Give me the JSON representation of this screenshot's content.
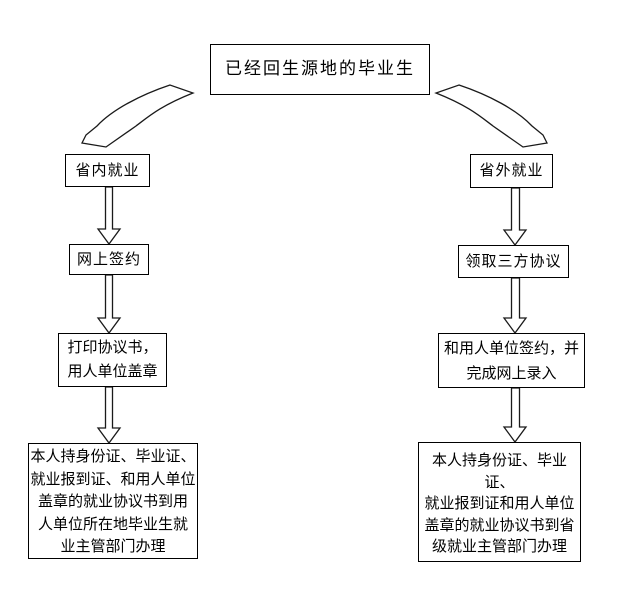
{
  "flowchart": {
    "root": {
      "label": "已经回生源地的毕业生"
    },
    "left_branch": {
      "step1": {
        "label": "省内就业"
      },
      "step2": {
        "label": "网上签约"
      },
      "step3": {
        "label": "打印协议书，\n用人单位盖章"
      },
      "step4": {
        "label": "本人持身份证、毕业证、\n就业报到证、和用人单位\n盖章的就业协议书到用\n人单位所在地毕业生就\n业主管部门办理"
      }
    },
    "right_branch": {
      "step1": {
        "label": "省外就业"
      },
      "step2": {
        "label": "领取三方协议"
      },
      "step3": {
        "label": "和用人单位签约，并\n完成网上录入"
      },
      "step4": {
        "label": "本人持身份证、毕业证、\n就业报到证和用人单位\n盖章的就业协议书到省\n级就业主管部门办理"
      }
    },
    "colors": {
      "line": "#000000",
      "background": "#ffffff"
    }
  }
}
